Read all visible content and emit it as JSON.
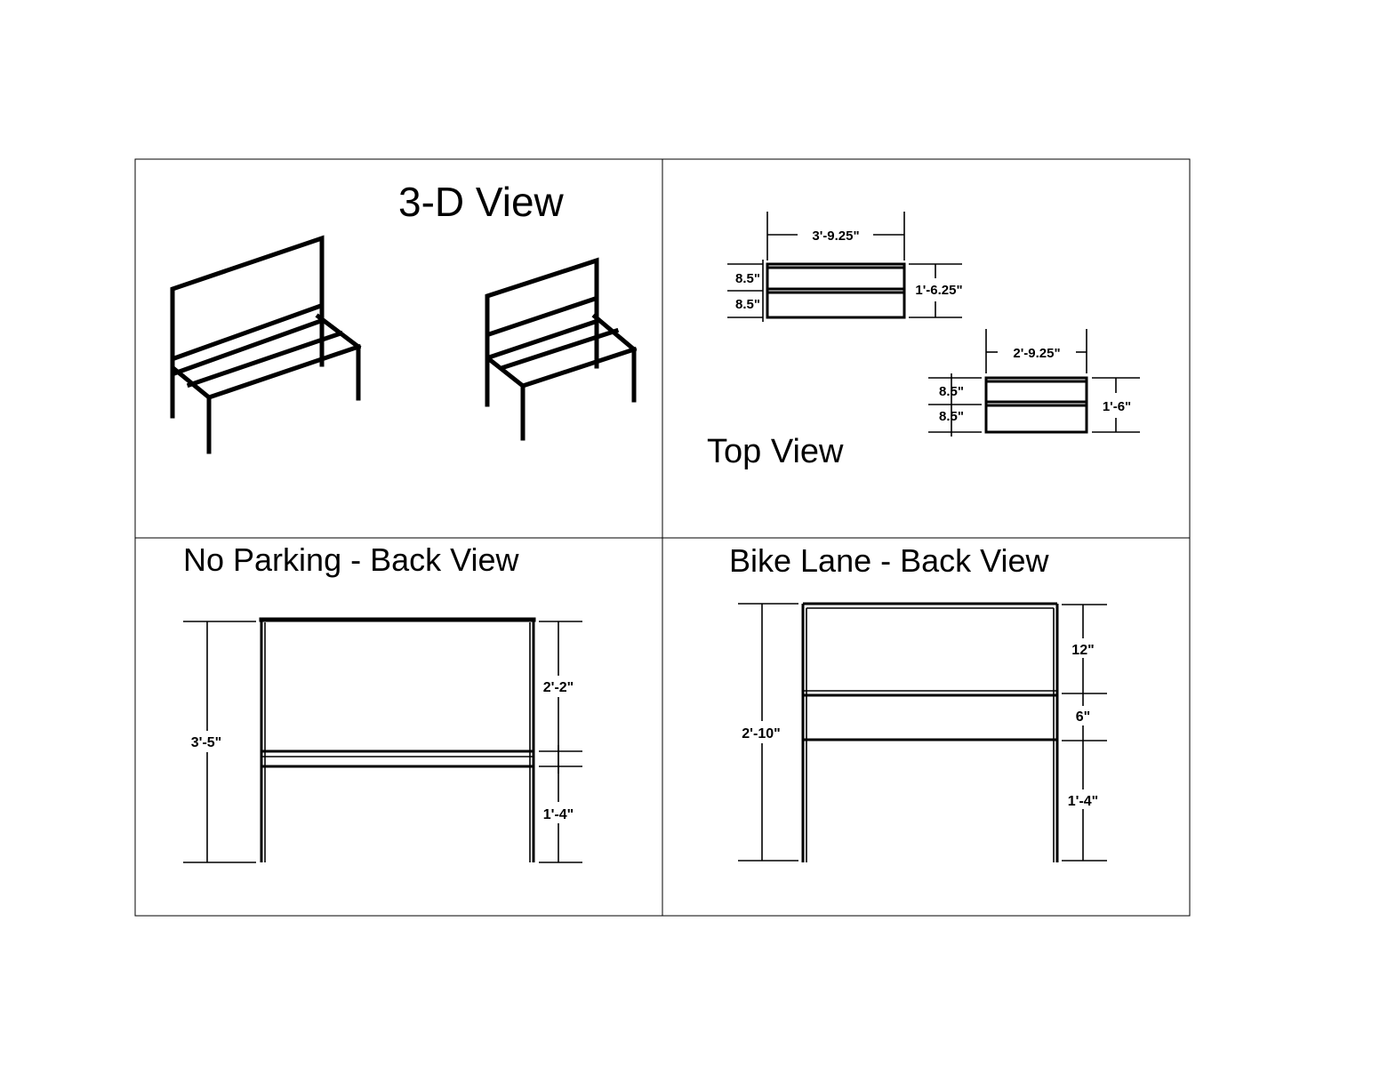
{
  "panels": {
    "three_d": {
      "title": "3-D View"
    },
    "top": {
      "title": "Top View",
      "large_bench": {
        "width": "3'-9.25\"",
        "depth": "1'-6.25\"",
        "slat_1": "8.5\"",
        "slat_2": "8.5\""
      },
      "small_bench": {
        "width": "2'-9.25\"",
        "depth": "1'-6\"",
        "slat_1": "8.5\"",
        "slat_2": "8.5\""
      }
    },
    "no_parking": {
      "title": "No Parking - Back View",
      "total_height": "3'-5\"",
      "back_height": "2'-2\"",
      "seat_height": "1'-4\""
    },
    "bike_lane": {
      "title": "Bike Lane - Back View",
      "total_height": "2'-10\"",
      "upper": "12\"",
      "middle": "6\"",
      "seat_height": "1'-4\""
    }
  },
  "colors": {
    "ink": "#000000",
    "paper": "#ffffff"
  }
}
